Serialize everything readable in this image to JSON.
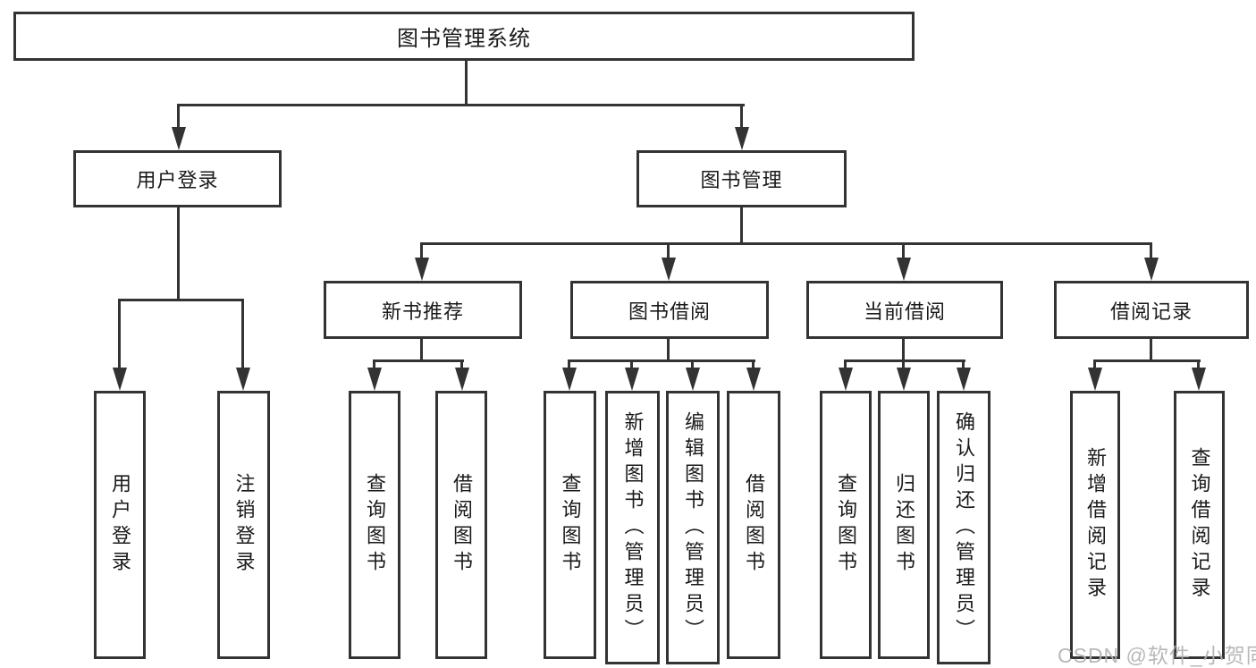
{
  "diagram": {
    "root": {
      "label": "图书管理系统"
    },
    "level2": [
      {
        "label": "用户登录",
        "children": [
          {
            "label": "用户登录"
          },
          {
            "label": "注销登录"
          }
        ]
      },
      {
        "label": "图书管理",
        "children": [
          {
            "label": "新书推荐",
            "children": [
              {
                "label": "查询图书"
              },
              {
                "label": "借阅图书"
              }
            ]
          },
          {
            "label": "图书借阅",
            "children": [
              {
                "label": "查询图书"
              },
              {
                "label": "新增图书（管理员）"
              },
              {
                "label": "编辑图书（管理员）"
              },
              {
                "label": "借阅图书"
              }
            ]
          },
          {
            "label": "当前借阅",
            "children": [
              {
                "label": "查询图书"
              },
              {
                "label": "归还图书"
              },
              {
                "label": "确认归还（管理员）"
              }
            ]
          },
          {
            "label": "借阅记录",
            "children": [
              {
                "label": "新增借阅记录"
              },
              {
                "label": "查询借阅记录"
              }
            ]
          }
        ]
      }
    ]
  },
  "watermark": {
    "text": "CSDN @软件_小贺同学"
  },
  "colors": {
    "line": "#333333",
    "text": "#1a1a1a",
    "background": "#ffffff",
    "watermark": "#b2b2b2"
  }
}
